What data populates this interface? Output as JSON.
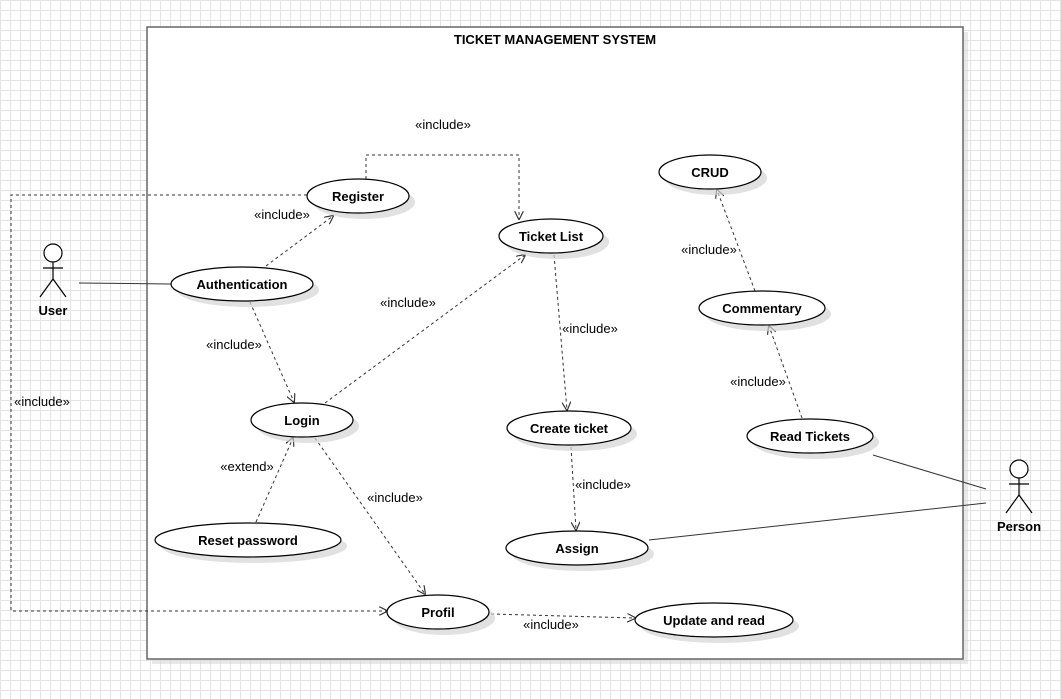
{
  "system": {
    "title": "TICKET MANAGEMENT SYSTEM"
  },
  "actors": {
    "user": {
      "label": "User"
    },
    "person": {
      "label": "Person"
    }
  },
  "use_cases": {
    "register": "Register",
    "crud": "CRUD",
    "ticket_list": "Ticket List",
    "authentication": "Authentication",
    "commentary": "Commentary",
    "login": "Login",
    "create_ticket": "Create ticket",
    "read_tickets": "Read Tickets",
    "reset_password": "Reset password",
    "assign": "Assign",
    "profil": "Profil",
    "update_and_read": "Update and read"
  },
  "relations": {
    "register_ticketlist": "«include»",
    "auth_register": "«include»",
    "login_ticketlist": "«include»",
    "auth_login": "«include»",
    "user_profil": "«include»",
    "reset_login": "«extend»",
    "login_profil": "«include»",
    "ticketlist_create": "«include»",
    "create_assign": "«include»",
    "commentary_crud": "«include»",
    "read_commentary": "«include»",
    "profil_update": "«include»"
  }
}
